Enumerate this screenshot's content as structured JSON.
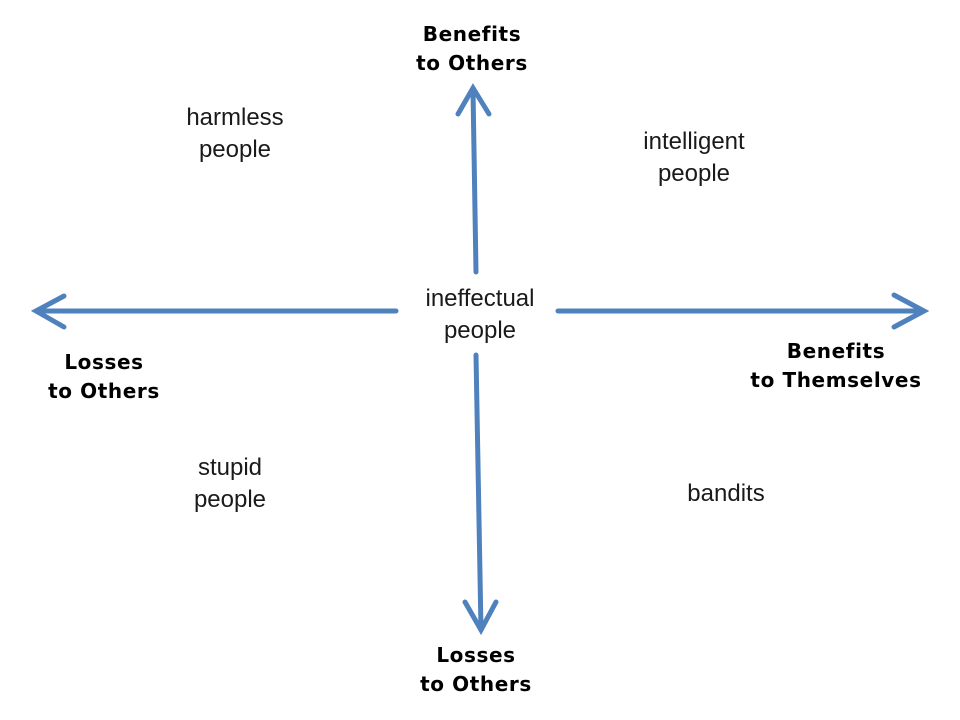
{
  "axes": {
    "top": {
      "line1": "Benefits",
      "line2": "to Others"
    },
    "bottom": {
      "line1": "Losses",
      "line2": "to Others"
    },
    "left": {
      "line1": "Losses",
      "line2": "to Others"
    },
    "right": {
      "line1": "Benefits",
      "line2": "to Themselves"
    }
  },
  "quadrants": {
    "top_left": {
      "line1": "harmless",
      "line2": "people"
    },
    "top_right": {
      "line1": "intelligent",
      "line2": "people"
    },
    "center": {
      "line1": "ineffectual",
      "line2": "people"
    },
    "bottom_left": {
      "line1": "stupid",
      "line2": "people"
    },
    "bottom_right": {
      "line1": "bandits"
    }
  },
  "colors": {
    "arrow": "#4f81bd"
  }
}
